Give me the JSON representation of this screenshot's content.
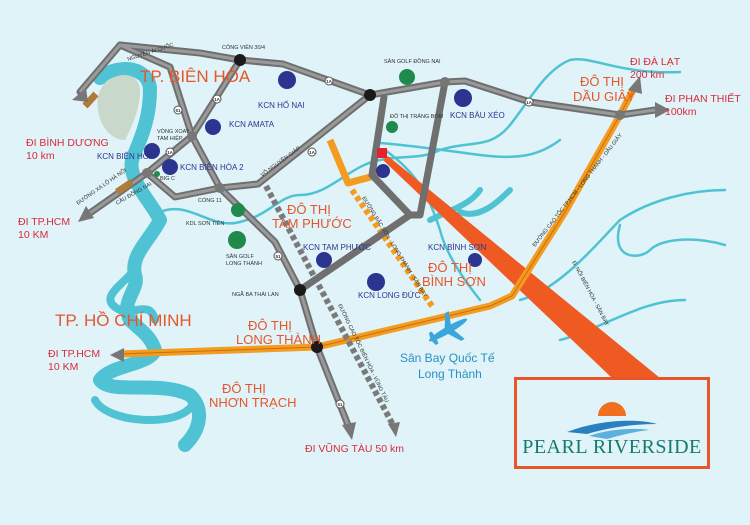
{
  "cities": {
    "bien_hoa": "TP. BIÊN HÒA",
    "ho_chi_minh": "TP. HỒ CHÍ MINH",
    "tam_phuoc": [
      "ĐÔ THỊ",
      "TAM PHƯỚC"
    ],
    "binh_son": [
      "ĐÔ THỊ",
      "BÌNH SƠN"
    ],
    "long_thanh": [
      "ĐÔ THỊ",
      "LONG THÀNH"
    ],
    "nhon_trach": [
      "ĐÔ THỊ",
      "NHƠN TRẠCH"
    ],
    "dau_giay": [
      "ĐÔ THỊ",
      "DẦU GIÂY"
    ]
  },
  "directions": {
    "binh_duong": [
      "ĐI BÌNH DƯƠNG",
      "10 km"
    ],
    "hcm_1": [
      "ĐI TP.HCM",
      "10 KM"
    ],
    "hcm_2": [
      "ĐI TP.HCM",
      "10 KM"
    ],
    "da_lat": [
      "ĐI ĐÀ LẠT",
      "200 km"
    ],
    "phan_thiet": [
      "ĐI PHAN THIẾT",
      "100km"
    ],
    "vung_tau": "ĐI VŨNG TÀU 50 km"
  },
  "industrial_zones": {
    "ho_nai": "KCN HỐ NAI",
    "amata": "KCN AMATA",
    "bien_hoa": "KCN BIÊN HÒA",
    "bien_hoa_2": "KCN BIÊN HÒA 2",
    "bau_xeo": "KCN BÀU XÉO",
    "tam_phuoc": "KCN TAM PHƯỚC",
    "long_duc": "KCN LONG ĐỨC",
    "binh_son": "KCN BÌNH SƠN"
  },
  "places": {
    "cong_vien": "CÔNG VIÊN 30/4",
    "nguyen_ai_quoc": "NGUYỄN ÁI QUỐC",
    "vong_xoay": [
      "VÒNG XOAY",
      "TAM HIỆP"
    ],
    "big_c": "BIG C",
    "cau_dong_nai": "CẦU ĐỒNG NAI",
    "xa_lo_ha_noi": "ĐƯỜNG XA LỘ HÀ NỘI",
    "cong_11": "CỔNG 11",
    "kdl_son_tien": "KDL SƠN TIÊN",
    "san_golf_long_thanh": [
      "SÂN GOLF",
      "LONG THÀNH"
    ],
    "san_golf_dong_nai": "SÂN GOLF ĐỒNG NAI",
    "do_thi_trang_bom": "ĐÔ THỊ TRẢNG BOM",
    "vo_nguyen_giap": "VÕ NGUYÊN GIÁP",
    "nga_ba_thai_lan": "NGÃ BA THÁI LAN",
    "cao_toc_bien_hoa_vung_tau": "ĐƯỜNG CAO TỐC BIÊN HÒA - VŨNG TÀU",
    "duong_bac_son": "ĐƯỜNG BẮC SƠN - LONG THÀNH - SÂN BAY",
    "cao_toc_hcm_dau_giay": "ĐƯỜNG CAO TỐC  TP.HCM - LONG THÀNH - DẦU GIÂY",
    "noi_bien_hoa_san_bay": "Đ. NỐI BIÊN HÒA - SÂN BAY"
  },
  "shields": {
    "r1a": "1A",
    "r51": "51"
  },
  "airport": [
    "Sân Bay Quốc Tế",
    "Long Thành"
  ],
  "logo": {
    "brand": "PEARL RIVERSIDE"
  },
  "colors": {
    "accent": "#e8552a",
    "kcn": "#2b3590",
    "expressway": "#f39c1f",
    "river": "#4fc3d3"
  }
}
